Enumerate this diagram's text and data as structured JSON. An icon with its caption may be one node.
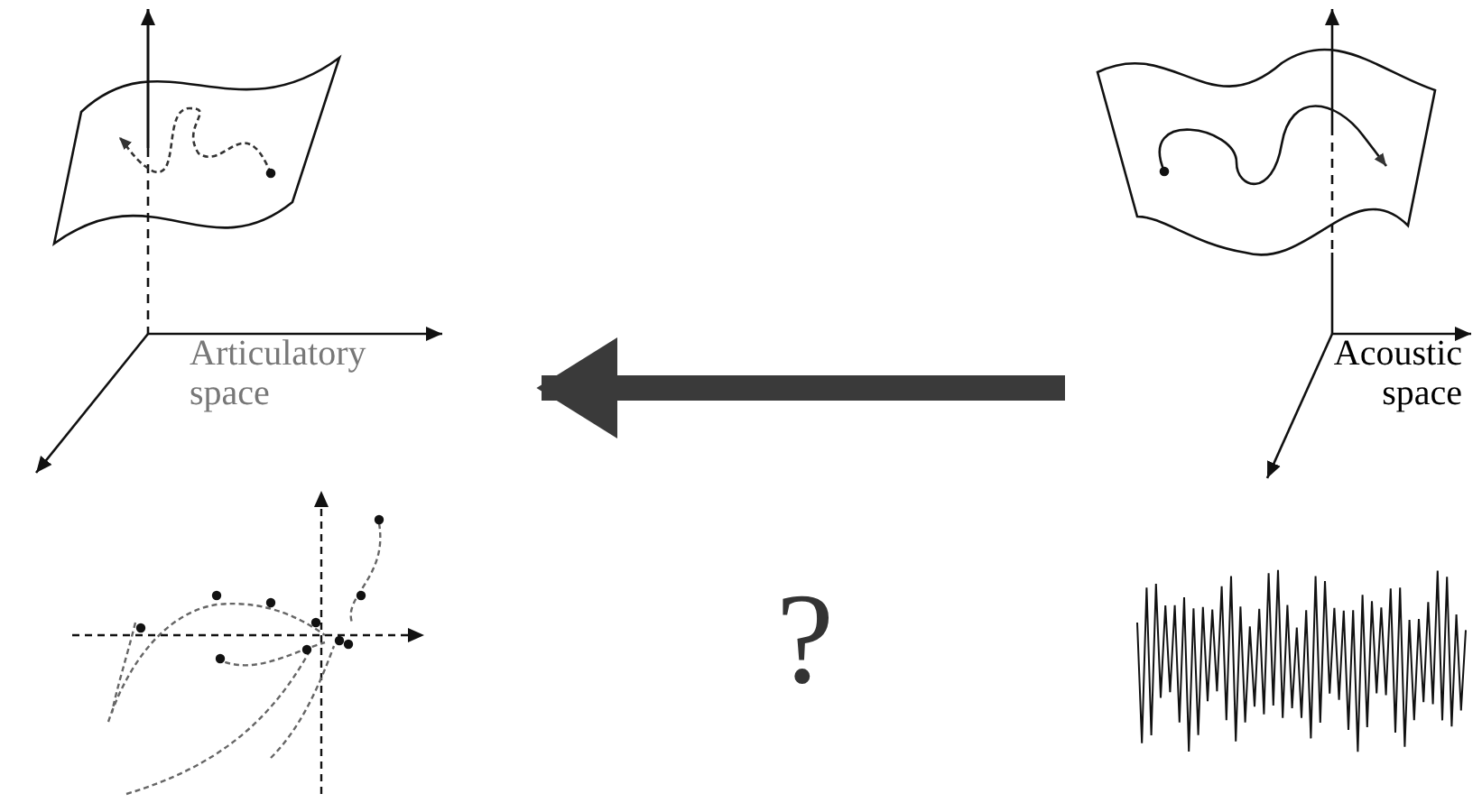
{
  "diagram": {
    "nodes": [
      {
        "text": [
          "Articulatory space"
        ]
      },
      {
        "text": [
          "Acoustic space"
        ]
      }
    ],
    "edges": [
      {
        "from": 1,
        "to": 0,
        "arrow": "to"
      }
    ],
    "labels": [
      "?"
    ]
  }
}
